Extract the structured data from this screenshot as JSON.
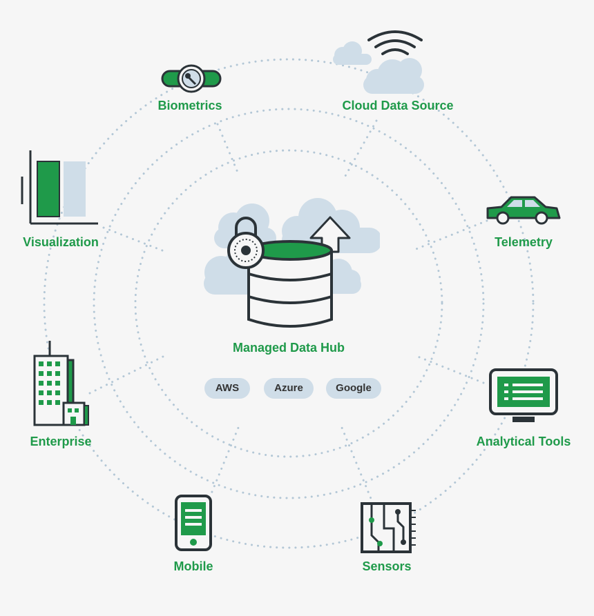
{
  "hub": {
    "label": "Managed Data Hub"
  },
  "providers": [
    {
      "id": "aws",
      "label": "AWS"
    },
    {
      "id": "azure",
      "label": "Azure"
    },
    {
      "id": "google",
      "label": "Google"
    }
  ],
  "nodes": [
    {
      "id": "biometrics",
      "label": "Biometrics",
      "icon": "biometric-wristband-icon"
    },
    {
      "id": "cloud",
      "label": "Cloud Data Source",
      "icon": "wireless-cloud-icon"
    },
    {
      "id": "telemetry",
      "label": "Telemetry",
      "icon": "car-icon"
    },
    {
      "id": "analytics",
      "label": "Analytical Tools",
      "icon": "monitor-icon"
    },
    {
      "id": "sensors",
      "label": "Sensors",
      "icon": "circuit-chip-icon"
    },
    {
      "id": "mobile",
      "label": "Mobile",
      "icon": "smartphone-icon"
    },
    {
      "id": "enterprise",
      "label": "Enterprise",
      "icon": "office-building-icon"
    },
    {
      "id": "visualization",
      "label": "Visualization",
      "icon": "bar-chart-icon"
    }
  ],
  "colors": {
    "accent": "#1f9a4a",
    "dark": "#2b3338",
    "cloud": "#cfdde8",
    "dots": "#b3c7d6",
    "background": "#f6f6f6"
  }
}
